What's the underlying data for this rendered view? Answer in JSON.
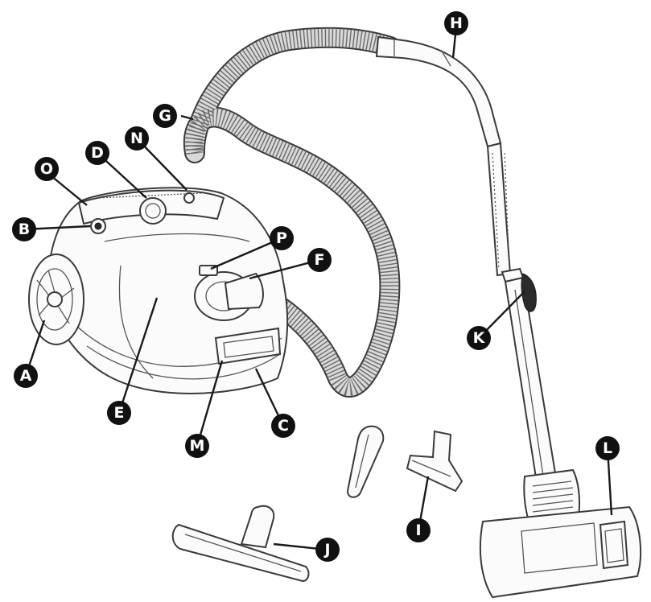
{
  "callouts": [
    {
      "id": "A",
      "label": "A"
    },
    {
      "id": "B",
      "label": "B"
    },
    {
      "id": "C",
      "label": "C"
    },
    {
      "id": "D",
      "label": "D"
    },
    {
      "id": "E",
      "label": "E"
    },
    {
      "id": "F",
      "label": "F"
    },
    {
      "id": "G",
      "label": "G"
    },
    {
      "id": "H",
      "label": "H"
    },
    {
      "id": "I",
      "label": "I"
    },
    {
      "id": "J",
      "label": "J"
    },
    {
      "id": "K",
      "label": "K"
    },
    {
      "id": "L",
      "label": "L"
    },
    {
      "id": "M",
      "label": "M"
    },
    {
      "id": "N",
      "label": "N"
    },
    {
      "id": "O",
      "label": "O"
    },
    {
      "id": "P",
      "label": "P"
    }
  ]
}
